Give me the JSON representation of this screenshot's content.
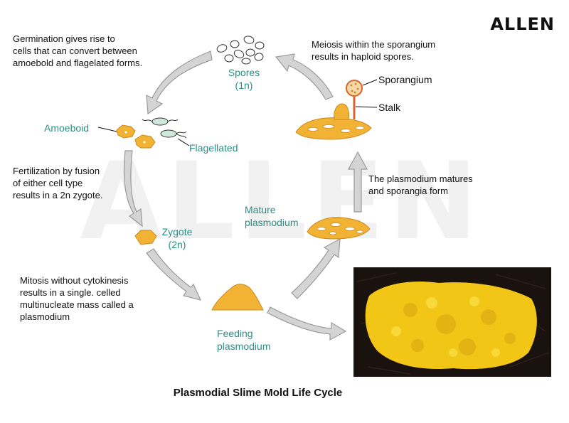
{
  "logo": "ALLEN",
  "caption": "Plasmodial Slime Mold Life Cycle",
  "stages": {
    "spores": "Spores\n(1n)",
    "amoeboid": "Amoeboid",
    "flagellated": "Flagellated",
    "zygote": "Zygote\n(2n)",
    "feeding": "Feeding\nplasmodium",
    "mature": "Mature\nplasmodium",
    "sporangium": "Sporangium",
    "stalk": "Stalk"
  },
  "descriptions": {
    "germination": "Germination gives rise to\ncells that can convert between\namoebold and flagelated forms.",
    "fertilization": "Fertilization by fusion\nof either cell type\nresults in a 2n zygote.",
    "mitosis": "Mitosis without cytokinesis\nresults in a single. celled\nmultinucleate mass called a\nplasmodium",
    "matures": "The plasmodium matures\nand sporangia form",
    "meiosis": "Meiosis within the sporangium\nresults in haploid spores."
  },
  "colors": {
    "label_teal": "#2a8f86",
    "organism": "#f2b233",
    "organism_edge": "#c98a1c",
    "arrow_fill": "#d4d4d4",
    "arrow_edge": "#9a9a9a",
    "stalk": "#d9652a"
  }
}
